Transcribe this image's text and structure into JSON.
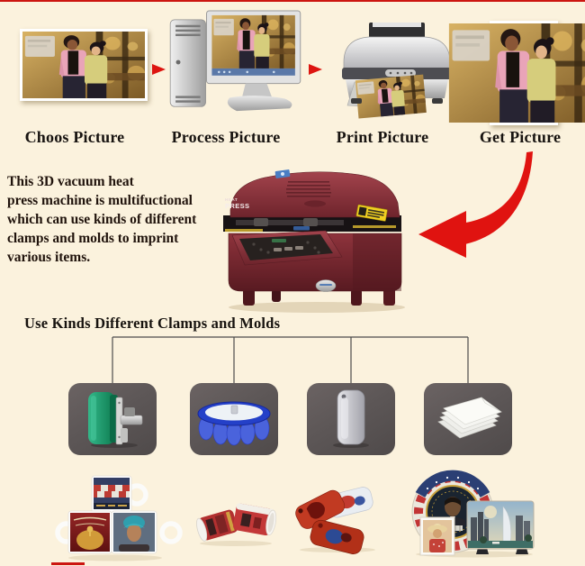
{
  "page": {
    "bg_color": "#fbf2dd",
    "accent_red": "#d81a10",
    "top_border_color": "#cc1610"
  },
  "workflow": {
    "steps": [
      {
        "id": "choose",
        "label": "Choos Picture",
        "image": "couple-photo"
      },
      {
        "id": "process",
        "label": "Process Picture",
        "image": "desktop-computer"
      },
      {
        "id": "print",
        "label": "Print Picture",
        "image": "inkjet-printer"
      },
      {
        "id": "get",
        "label": "Get Picture",
        "image": "printed-photo"
      }
    ],
    "arrow_icon": "flow-arrow-icon"
  },
  "description": {
    "lines": [
      "This 3D vacuum heat",
      "press machine is multifuctional",
      "which can use kinds of different",
      "clamps and molds to imprint",
      "various items."
    ]
  },
  "machine": {
    "name": "3d-vacuum-heat-press",
    "brand_top": "HEAT",
    "brand_bottom": "PRESS",
    "body_color": "#8a2e36",
    "warning_sticker_color": "#f0d020"
  },
  "clamps_section": {
    "heading": "Use Kinds Different Clamps and Molds",
    "box_color": "#5d5757",
    "items": [
      {
        "name": "mug-clamp",
        "color": "#15916a"
      },
      {
        "name": "plate-mold",
        "color": "#2440c8"
      },
      {
        "name": "phone-case-mold",
        "color": "#c6c6cc"
      },
      {
        "name": "rubber-sheets",
        "color": "#f5f5f1"
      }
    ]
  },
  "products_row": {
    "items": [
      {
        "name": "printed-mugs"
      },
      {
        "name": "printed-cups"
      },
      {
        "name": "printed-phone-cases"
      },
      {
        "name": "printed-plate-photo-and-slates"
      }
    ]
  }
}
